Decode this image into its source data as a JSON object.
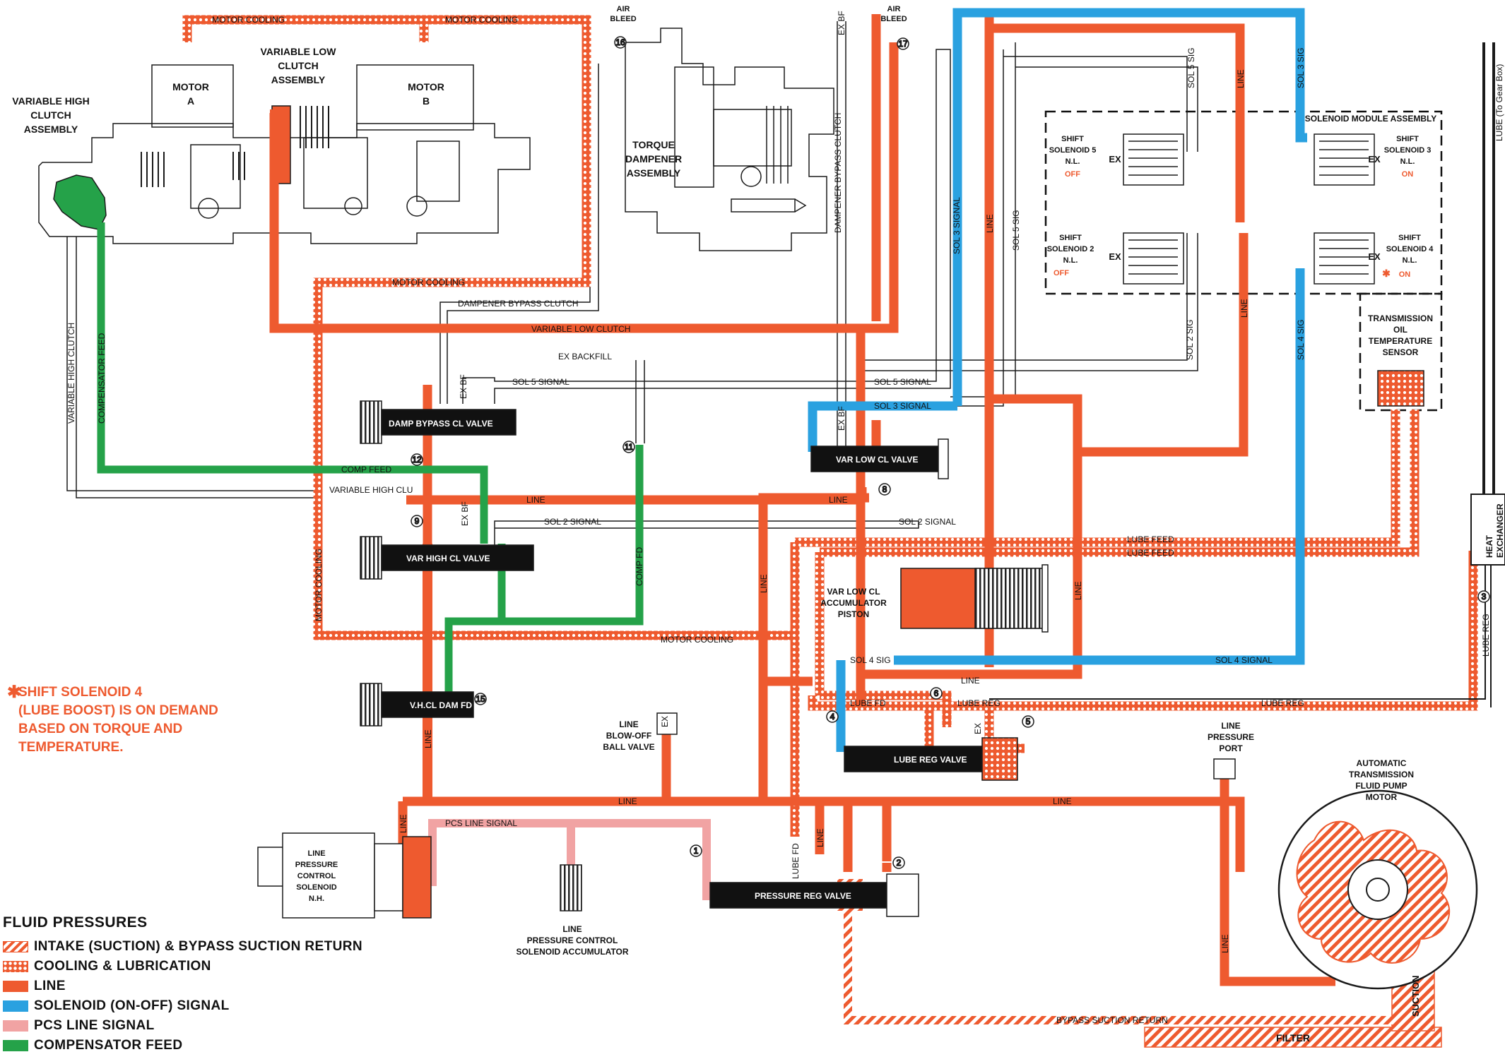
{
  "colors": {
    "line": "#ee5a2f",
    "solenoid_signal": "#2aa1e0",
    "compensator_feed": "#25a249",
    "pcs_line_signal": "#f1a3a3",
    "outline": "#1a1a1a",
    "valve_body": "#111111"
  },
  "components": {
    "motor_a": [
      "MOTOR",
      "A"
    ],
    "motor_b": [
      "MOTOR",
      "B"
    ],
    "var_low_clutch_assy": [
      "VARIABLE LOW",
      "CLUTCH",
      "ASSEMBLY"
    ],
    "var_high_clutch_assy": [
      "VARIABLE HIGH",
      "CLUTCH",
      "ASSEMBLY"
    ],
    "torque_dampener": [
      "TORQUE",
      "DAMPENER",
      "ASSEMBLY"
    ],
    "air_bleed_left": [
      "AIR",
      "BLEED"
    ],
    "air_bleed_right": [
      "AIR",
      "BLEED"
    ],
    "solenoid_module": "SOLENOID MODULE ASSEMBLY",
    "shift_solenoid_5": [
      "SHIFT",
      "SOLENOID 5",
      "N.L."
    ],
    "shift_solenoid_5_state": "OFF",
    "shift_solenoid_3": [
      "SHIFT",
      "SOLENOID 3",
      "N.L."
    ],
    "shift_solenoid_3_state": "ON",
    "shift_solenoid_2": [
      "SHIFT",
      "SOLENOID 2",
      "N.L."
    ],
    "shift_solenoid_2_state": "OFF",
    "shift_solenoid_4": [
      "SHIFT",
      "SOLENOID 4",
      "N.L."
    ],
    "shift_solenoid_4_state": "ON",
    "ex": "EX",
    "trans_oil_temp": [
      "TRANSMISSION",
      "OIL",
      "TEMPERATURE",
      "SENSOR"
    ],
    "heat_exchanger": [
      "HEAT",
      "EXCHANGER"
    ],
    "lube_to_gearbox": "LUBE (To Gear Box)",
    "var_low_cl_accum": [
      "VAR LOW CL",
      "ACCUMULATOR",
      "PISTON"
    ],
    "line_blowoff": [
      "LINE",
      "BLOW-OFF",
      "BALL VALVE"
    ],
    "line_pressure_port": [
      "LINE",
      "PRESSURE",
      "PORT"
    ],
    "pump_motor": [
      "AUTOMATIC",
      "TRANSMISSION",
      "FLUID PUMP",
      "MOTOR"
    ],
    "lpc_solenoid": [
      "LINE",
      "PRESSURE",
      "CONTROL",
      "SOLENOID",
      "N.H."
    ],
    "lpc_accum": [
      "LINE",
      "PRESSURE CONTROL",
      "SOLENOID ACCUMULATOR"
    ],
    "filter": "FILTER",
    "suction": "SUCTION"
  },
  "valves": {
    "damp_bypass": "DAMP BYPASS CL VALVE",
    "var_high": "VAR HIGH CL VALVE",
    "var_low": "VAR LOW CL VALVE",
    "vhcl_dam": "V.H.CL DAM FD",
    "lube_reg": "LUBE REG VALVE",
    "pressure_reg": "PRESSURE REG VALVE"
  },
  "passage_labels": {
    "motor_cooling": "MOTOR COOLING",
    "dampener_bypass_clutch": "DAMPENER BYPASS CLUTCH",
    "variable_low_clutch": "VARIABLE LOW CLUTCH",
    "ex_backfill": "EX BACKFILL",
    "sol5_signal": "SOL 5 SIGNAL",
    "sol3_signal": "SOL 3 SIGNAL",
    "sol2_signal": "SOL 2 SIGNAL",
    "sol4_signal": "SOL 4 SIGNAL",
    "sol5_sig": "SOL 5 SIG",
    "sol3_sig": "SOL 3 SIG",
    "sol2_sig": "SOL 2 SIG",
    "sol4_sig": "SOL 4 SIG",
    "line": "LINE",
    "comp_feed": "COMP FEED",
    "comp_fd": "COMP FD",
    "variable_high_clu": "VARIABLE HIGH CLU",
    "variable_high_clutch": "VARIABLE HIGH CLUTCH",
    "compensator_feed": "COMPENSATOR FEED",
    "lube_feed": "LUBE FEED",
    "lube_reg": "LUBE REG",
    "lube_fd": "LUBE FD",
    "ex_bf": "EX BF",
    "pcs_line_signal": "PCS LINE SIGNAL",
    "bypass_suction_return": "BYPASS SUCTION RETURN"
  },
  "check_balls": [
    "1",
    "2",
    "3",
    "4",
    "5",
    "6",
    "8",
    "9",
    "11",
    "12",
    "15",
    "16",
    "17"
  ],
  "note": {
    "star": "✱",
    "text": "SHIFT SOLENOID 4\n(LUBE BOOST) IS ON DEMAND\nBASED ON TORQUE AND\nTEMPERATURE."
  },
  "legend": {
    "title": "FLUID PRESSURES",
    "items": [
      {
        "label": "INTAKE (SUCTION) & BYPASS SUCTION RETURN",
        "swatch": "intake"
      },
      {
        "label": "COOLING & LUBRICATION",
        "swatch": "cool"
      },
      {
        "label": "LINE",
        "swatch": "line"
      },
      {
        "label": "SOLENOID (ON-OFF) SIGNAL",
        "swatch": "sol"
      },
      {
        "label": "PCS LINE SIGNAL",
        "swatch": "pcs"
      },
      {
        "label": "COMPENSATOR FEED",
        "swatch": "comp"
      }
    ]
  }
}
